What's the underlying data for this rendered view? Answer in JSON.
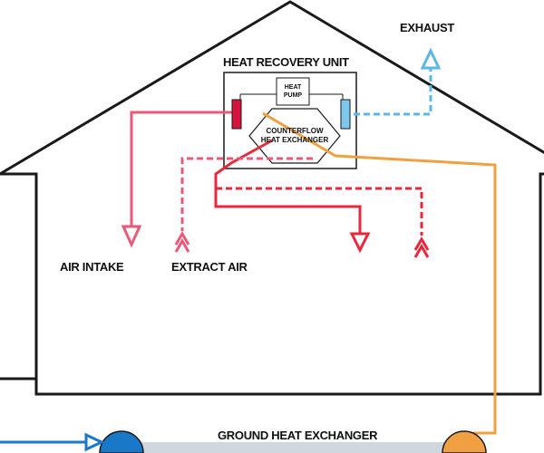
{
  "labels": {
    "exhaust": "EXHAUST",
    "heat_recovery_unit": "HEAT RECOVERY UNIT",
    "heat_pump_line1": "HEAT",
    "heat_pump_line2": "PUMP",
    "exchanger_line1": "COUNTERFLOW",
    "exchanger_line2": "HEAT EXCHANGER",
    "air_intake": "AIR INTAKE",
    "extract_air": "EXTRACT AIR",
    "ground_heat_exchanger": "GROUND HEAT EXCHANGER"
  },
  "colors": {
    "outline": "#1a1a1a",
    "warm_supply": "#e8283a",
    "intake_pink": "#e85a78",
    "exhaust_blue": "#5ab8e8",
    "ground_orange": "#f0a040",
    "ground_blue": "#1a78c8",
    "heater_crimson": "#d4143c"
  }
}
